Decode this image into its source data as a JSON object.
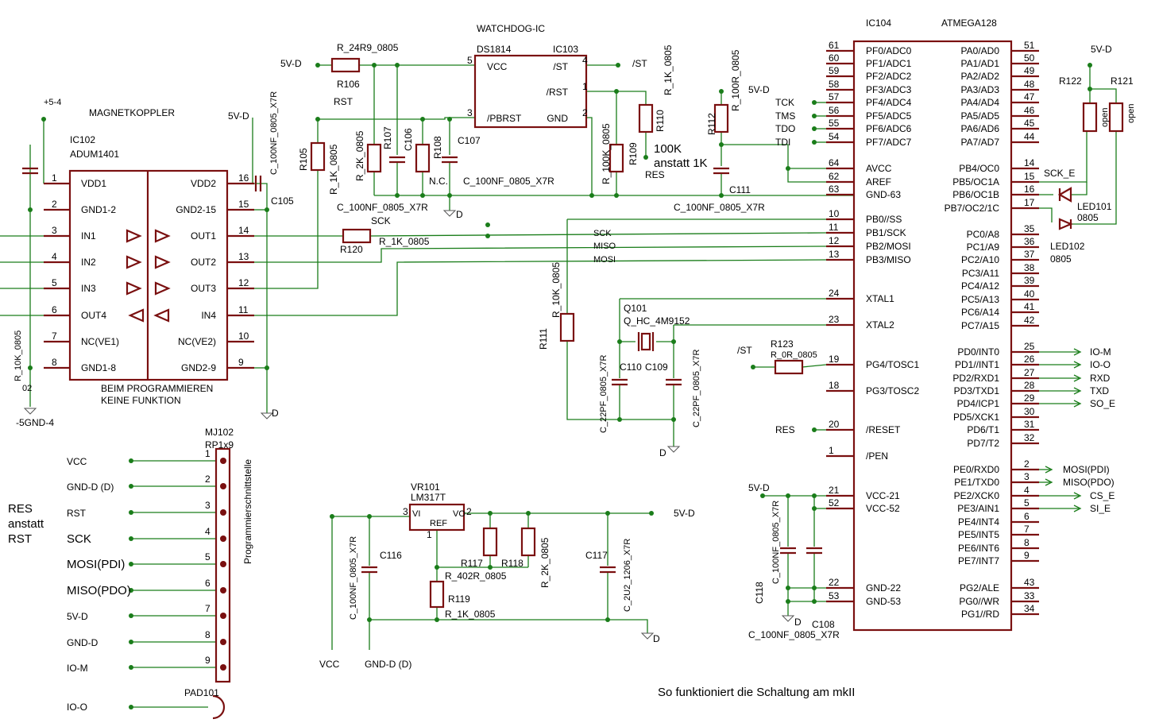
{
  "watchdog": {
    "title": "WATCHDOG-IC",
    "part": "DS1814",
    "ref": "IC103",
    "pins": [
      "VCC",
      "/ST",
      "/RST",
      "/PBRST",
      "GND"
    ],
    "pin_nums": [
      "5",
      "4",
      "1",
      "3",
      "2"
    ]
  },
  "mcu": {
    "ref": "IC104",
    "part": "ATMEGA128",
    "left": [
      {
        "n": "61",
        "p": "PF0/ADC0"
      },
      {
        "n": "60",
        "p": "PF1/ADC1"
      },
      {
        "n": "59",
        "p": "PF2/ADC2"
      },
      {
        "n": "58",
        "p": "PF3/ADC3"
      },
      {
        "n": "57",
        "p": "PF4/ADC4"
      },
      {
        "n": "56",
        "p": "PF5/ADC5"
      },
      {
        "n": "55",
        "p": "PF6/ADC6"
      },
      {
        "n": "54",
        "p": "PF7/ADC7"
      },
      {
        "n": "64",
        "p": "AVCC"
      },
      {
        "n": "62",
        "p": "AREF"
      },
      {
        "n": "63",
        "p": "GND-63"
      },
      {
        "n": "10",
        "p": "PB0//SS"
      },
      {
        "n": "11",
        "p": "PB1/SCK"
      },
      {
        "n": "12",
        "p": "PB2/MOSI"
      },
      {
        "n": "13",
        "p": "PB3/MISO"
      },
      {
        "n": "24",
        "p": "XTAL1"
      },
      {
        "n": "23",
        "p": "XTAL2"
      },
      {
        "n": "19",
        "p": "PG4/TOSC1"
      },
      {
        "n": "18",
        "p": "PG3/TOSC2"
      },
      {
        "n": "20",
        "p": "/RESET"
      },
      {
        "n": "1",
        "p": "/PEN"
      },
      {
        "n": "21",
        "p": "VCC-21"
      },
      {
        "n": "52",
        "p": "VCC-52"
      },
      {
        "n": "22",
        "p": "GND-22"
      },
      {
        "n": "53",
        "p": "GND-53"
      }
    ],
    "right": [
      {
        "n": "51",
        "p": "PA0/AD0"
      },
      {
        "n": "50",
        "p": "PA1/AD1"
      },
      {
        "n": "49",
        "p": "PA2/AD2"
      },
      {
        "n": "48",
        "p": "PA3/AD3"
      },
      {
        "n": "47",
        "p": "PA4/AD4"
      },
      {
        "n": "46",
        "p": "PA5/AD5"
      },
      {
        "n": "45",
        "p": "PA6/AD6"
      },
      {
        "n": "44",
        "p": "PA7/AD7"
      },
      {
        "n": "14",
        "p": "PB4/OC0"
      },
      {
        "n": "15",
        "p": "PB5/OC1A"
      },
      {
        "n": "16",
        "p": "PB6/OC1B"
      },
      {
        "n": "17",
        "p": "PB7/OC2/1C"
      },
      {
        "n": "35",
        "p": "PC0/A8"
      },
      {
        "n": "36",
        "p": "PC1/A9"
      },
      {
        "n": "37",
        "p": "PC2/A10"
      },
      {
        "n": "38",
        "p": "PC3/A11"
      },
      {
        "n": "39",
        "p": "PC4/A12"
      },
      {
        "n": "40",
        "p": "PC5/A13"
      },
      {
        "n": "41",
        "p": "PC6/A14"
      },
      {
        "n": "42",
        "p": "PC7/A15"
      },
      {
        "n": "25",
        "p": "PD0/INT0"
      },
      {
        "n": "26",
        "p": "PD1//INT1"
      },
      {
        "n": "27",
        "p": "PD2/RXD1"
      },
      {
        "n": "28",
        "p": "PD3/TXD1"
      },
      {
        "n": "29",
        "p": "PD4/ICP1"
      },
      {
        "n": "30",
        "p": "PD5/XCK1"
      },
      {
        "n": "31",
        "p": "PD6/T1"
      },
      {
        "n": "32",
        "p": "PD7/T2"
      },
      {
        "n": "2",
        "p": "PE0/RXD0"
      },
      {
        "n": "3",
        "p": "PE1/TXD0"
      },
      {
        "n": "4",
        "p": "PE2/XCK0"
      },
      {
        "n": "5",
        "p": "PE3/AIN1"
      },
      {
        "n": "6",
        "p": "PE4/INT4"
      },
      {
        "n": "7",
        "p": "PE5/INT5"
      },
      {
        "n": "8",
        "p": "PE6/INT6"
      },
      {
        "n": "9",
        "p": "PE7/INT7"
      },
      {
        "n": "43",
        "p": "PG2/ALE"
      },
      {
        "n": "33",
        "p": "PG0//WR"
      },
      {
        "n": "34",
        "p": "PG1//RD"
      }
    ]
  },
  "coupler": {
    "title": "MAGNETKOPPLER",
    "ref": "IC102",
    "part": "ADUM1401",
    "left": [
      {
        "n": "1",
        "p": "VDD1"
      },
      {
        "n": "2",
        "p": "GND1-2"
      },
      {
        "n": "3",
        "p": "IN1"
      },
      {
        "n": "4",
        "p": "IN2"
      },
      {
        "n": "5",
        "p": "IN3"
      },
      {
        "n": "6",
        "p": "OUT4"
      },
      {
        "n": "7",
        "p": "NC(VE1)"
      },
      {
        "n": "8",
        "p": "GND1-8"
      }
    ],
    "right": [
      {
        "n": "16",
        "p": "VDD2"
      },
      {
        "n": "15",
        "p": "GND2-15"
      },
      {
        "n": "14",
        "p": "OUT1"
      },
      {
        "n": "13",
        "p": "OUT2"
      },
      {
        "n": "12",
        "p": "OUT3"
      },
      {
        "n": "11",
        "p": "IN4"
      },
      {
        "n": "10",
        "p": "NC(VE2)"
      },
      {
        "n": "9",
        "p": "GND2-9"
      }
    ],
    "note1": "BEIM PROGRAMMIEREN",
    "note2": "KEINE FUNKTION"
  },
  "connector": {
    "ref": "MJ102",
    "part": "RP1x9",
    "title": "Programmierschnittstelle",
    "pins": [
      {
        "n": "1",
        "s": "VCC"
      },
      {
        "n": "2",
        "s": "GND-D (D)"
      },
      {
        "n": "3",
        "s": "RST"
      },
      {
        "n": "4",
        "s": "SCK"
      },
      {
        "n": "5",
        "s": "MOSI(PDI)"
      },
      {
        "n": "6",
        "s": "MISO(PDO)"
      },
      {
        "n": "7",
        "s": "5V-D"
      },
      {
        "n": "8",
        "s": "GND-D"
      },
      {
        "n": "9",
        "s": "IO-M"
      }
    ],
    "pad": "PAD101",
    "pad_sig": "IO-O"
  },
  "regulator": {
    "ref": "VR101",
    "part": "LM317T",
    "vi": "VI",
    "vo": "VO",
    "adj": "REF",
    "n_in": "3",
    "n_out": "2",
    "n_adj": "1"
  },
  "parts": {
    "r106": [
      "R106",
      "R_24R9_0805"
    ],
    "r105": [
      "R105",
      "R_1K_0805"
    ],
    "r107": [
      "R107",
      "R_2K_0805"
    ],
    "c106": "C106",
    "r108": [
      "R108",
      "N.C."
    ],
    "c107": [
      "C107",
      "C_100NF_0805_X7R"
    ],
    "r109": [
      "R109",
      "R_100K_0805"
    ],
    "r110": [
      "R110",
      "R_1K_0805"
    ],
    "r112": [
      "R112",
      "R_100R_0805"
    ],
    "c111": [
      "C111",
      "C_100NF_0805_X7R"
    ],
    "c105": [
      "C105",
      "C_100NF_0805_X7R"
    ],
    "c_wd": "C_100NF_0805_X7R",
    "r120": [
      "R120",
      "R_1K_0805"
    ],
    "r111": [
      "R111",
      "R_10K_0805"
    ],
    "q101": [
      "Q101",
      "Q_HC_4M9152"
    ],
    "c110": [
      "C110",
      "C_22PF_0805_X7R"
    ],
    "c109": [
      "C109",
      "C_22PF_0805_X7R"
    ],
    "r123": [
      "R123",
      "R_0R_0805"
    ],
    "r122": [
      "R122",
      "open"
    ],
    "r121": [
      "R121",
      "open"
    ],
    "led101": [
      "LED101",
      "0805"
    ],
    "led102": [
      "LED102",
      "0805"
    ],
    "c116": [
      "C116",
      "C_100NF_0805_X7R"
    ],
    "c117": [
      "C117",
      "C_2U2_1206_X7R"
    ],
    "r117": [
      "R117",
      "R_402R_0805"
    ],
    "r118": [
      "R118",
      "R_2K_0805"
    ],
    "r119": [
      "R119",
      "R_1K_0805"
    ],
    "c118": [
      "C118",
      "C_100NF_0805_X7R"
    ],
    "c108": [
      "C108",
      "C_100NF_0805_X7R"
    ],
    "left_r": "R_10K_0805",
    "left_ref": "02"
  },
  "nets": {
    "v5d": "5V-D",
    "st": "/ST",
    "rst": "RST",
    "sck": "SCK",
    "miso": "MISO",
    "mosi": "MOSI",
    "res": "RES",
    "d": "D",
    "p54": "+5-4",
    "m5gnd": "-5GND-4",
    "vcc": "VCC",
    "gndd": "GND-D (D)",
    "tck": "TCK",
    "tms": "TMS",
    "tdo": "TDO",
    "tdi": "TDI",
    "scke": "SCK_E",
    "iom": "IO-M",
    "ioo": "IO-O",
    "rxd": "RXD",
    "txd": "TXD",
    "soe": "SO_E",
    "mosipdi": "MOSI(PDI)",
    "misopdo": "MISO(PDO)",
    "cse": "CS_E",
    "sie": "SI_E"
  },
  "notes": {
    "k100": "100K",
    "k100b": "anstatt 1K",
    "res1": "RES",
    "res2": "anstatt",
    "res3": "RST",
    "footer": "So funktioniert die Schaltung am mkII"
  }
}
